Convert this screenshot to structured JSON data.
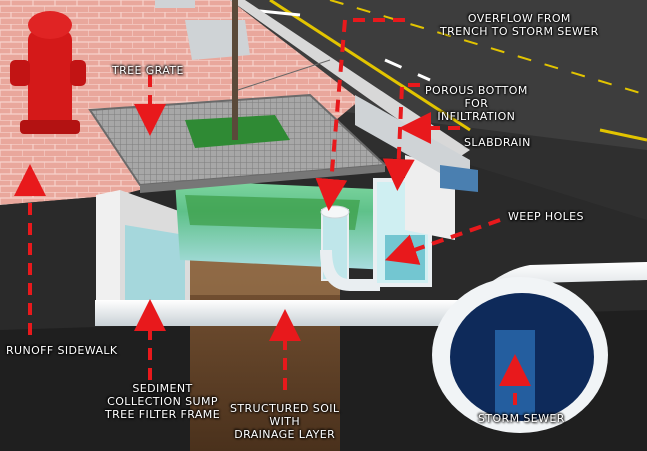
{
  "labels": {
    "overflow": [
      "OVERFLOW FROM",
      "TRENCH TO STORM SEWER"
    ],
    "tree_grate": "TREE GRATE",
    "porous": [
      "POROUS BOTTOM",
      "FOR",
      "INFILTRATION"
    ],
    "slabdrain": "SLABDRAIN",
    "weep_holes": "WEEP HOLES",
    "runoff_sidewalk": "RUNOFF SIDEWALK",
    "sediment": [
      "SEDIMENT",
      "COLLECTION SUMP",
      "TREE FILTER FRAME"
    ],
    "structured_soil": [
      "STRUCTURED SOIL",
      "WITH",
      "DRAINAGE LAYER"
    ],
    "storm_sewer": "STORM SEWER"
  },
  "colors": {
    "arrow_red": "#e8191c",
    "road": "#3a3a3a",
    "sidewalk": "#e8a49a",
    "grate": "#9a9a9a",
    "water": "#8fd0d6",
    "soil": "#6b4a2e",
    "hydrant": "#d41919",
    "pipe": "#e9eef1"
  }
}
